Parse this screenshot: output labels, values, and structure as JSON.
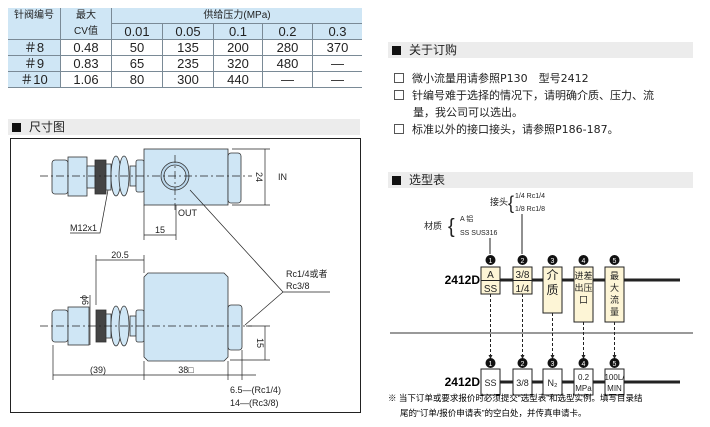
{
  "spec_table": {
    "headers": {
      "needle_no": "针阀编号",
      "max_cv_1": "最大",
      "max_cv_2": "CV值",
      "pressure": "供给压力(MPa)"
    },
    "pressures": [
      "0.01",
      "0.05",
      "0.1",
      "0.2",
      "0.3"
    ],
    "rows": [
      {
        "needle": "＃8",
        "cv": "0.48",
        "values": [
          "50",
          "135",
          "200",
          "280",
          "370"
        ]
      },
      {
        "needle": "＃9",
        "cv": "0.83",
        "values": [
          "65",
          "235",
          "320",
          "480",
          "—"
        ]
      },
      {
        "needle": "＃10",
        "cv": "1.06",
        "values": [
          "80",
          "300",
          "440",
          "—",
          "—"
        ]
      }
    ]
  },
  "dimension": {
    "title": "尺寸图",
    "labels": {
      "m12": "M12x1",
      "out": "OUT",
      "in": "IN",
      "d24": "24",
      "d15a": "15",
      "d205": "20.5",
      "phi6": "ϕ6",
      "d39": "(39)",
      "d38": "38□",
      "d15b": "15",
      "rc1": "Rc1/4或者",
      "rc2": "Rc3/8",
      "len1": "6.5—(Rc1/4)",
      "len2": "14—(Rc3/8)"
    }
  },
  "ordering": {
    "title": "关于订购",
    "items": [
      "微小流量用请参照P130　型号2412",
      "针编号难于选择的情况下，请明确介质、压力、流",
      "量，我公司可以选出。",
      "标准以外的接口接头，请参照P186-187。"
    ]
  },
  "selection": {
    "title": "选型表",
    "material_label": "材质",
    "material_opts": [
      "A  铝",
      "SS  SUS316"
    ],
    "port_label": "接头",
    "port_opts": [
      "1/4  Rc1/4",
      "1/8  Rc1/8"
    ],
    "model": "2412D",
    "nums": [
      "1",
      "2",
      "3",
      "4",
      "5"
    ],
    "top_boxes": [
      [
        "A",
        "SS"
      ],
      [
        "3/8",
        "1/4"
      ],
      [
        "介",
        "质"
      ],
      [
        "进差",
        "出压",
        "口"
      ],
      [
        "最",
        "大",
        "流",
        "量"
      ]
    ],
    "example_boxes": [
      [
        "SS"
      ],
      [
        "3/8"
      ],
      [
        "N₂"
      ],
      [
        "0.2",
        "MPa"
      ],
      [
        "100L/",
        "MIN"
      ]
    ],
    "footnote_1": "※ 当下订单或要求报价时必须提交“选型表”和选型实例。填写目录结",
    "footnote_2": "尾的“订单/报价申请表”的空白处，并传真申请卡。"
  }
}
